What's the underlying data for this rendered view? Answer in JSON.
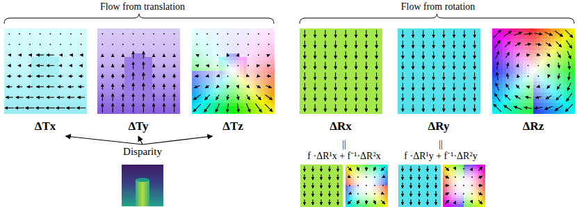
{
  "diagram": {
    "nodes": [
      {
        "text": [
          "ΔTx"
        ]
      },
      {
        "text": [
          "ΔTy"
        ]
      },
      {
        "text": [
          "ΔTz"
        ]
      },
      {
        "text": [
          "ΔRx"
        ]
      },
      {
        "text": [
          "ΔRy"
        ]
      },
      {
        "text": [
          "ΔRz"
        ]
      },
      {
        "text": [
          "Disparity"
        ]
      }
    ],
    "edges": [
      {
        "from": 6,
        "to": 0,
        "arrow": "to"
      },
      {
        "from": 6,
        "to": 1,
        "arrow": "to"
      },
      {
        "from": 6,
        "to": 2,
        "arrow": "to"
      }
    ],
    "labels": [
      "Flow from translation",
      "Flow from rotation",
      "||",
      "f ·ΔR¹x + f⁻¹·ΔR²x",
      "||",
      "f ·ΔR¹y + f⁻¹·ΔR²y"
    ]
  }
}
